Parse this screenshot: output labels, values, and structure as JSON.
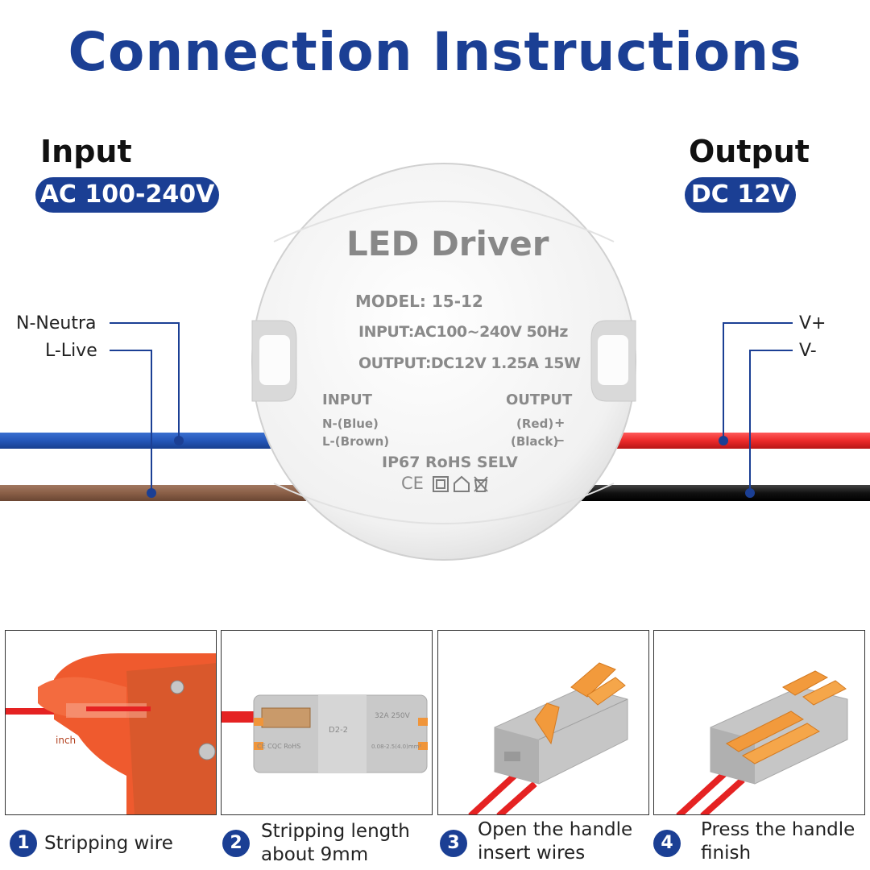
{
  "title": "Connection Instructions",
  "input": {
    "heading": "Input",
    "badge": "AC 100-240V",
    "wire_n": "N-Neutra",
    "wire_l": "L-Live"
  },
  "output": {
    "heading": "Output",
    "badge": "DC 12V",
    "wire_pos": "V+",
    "wire_neg": "V-"
  },
  "driver": {
    "name": "LED Driver",
    "model": "MODEL: 15-12",
    "input_spec": "INPUT:AC100~240V 50Hz",
    "output_spec": "OUTPUT:DC12V 1.25A 15W",
    "input_label": "INPUT",
    "input_n": "N-(Blue)",
    "input_l": "L-(Brown)",
    "output_label": "OUTPUT",
    "output_pos": "(Red)",
    "output_neg": "(Black)",
    "certs": "IP67  RoHS  SELV",
    "ce_mark": "CE"
  },
  "steps": [
    {
      "num": "1",
      "line1": "Stripping wire",
      "line2": ""
    },
    {
      "num": "2",
      "line1": "Stripping length",
      "line2": "about 9mm"
    },
    {
      "num": "3",
      "line1": "Open the handle",
      "line2": "insert wires"
    },
    {
      "num": "4",
      "line1": "Press the handle",
      "line2": "finish"
    }
  ],
  "connector_marks": {
    "tl": "D2-2",
    "tr": "32A 250V",
    "bl": "CE CQC RoHS",
    "br": "0.08-2.5(4.0)mm²"
  },
  "colors": {
    "accent": "#1b3f94",
    "wire_blue": "#2456b8",
    "wire_brown": "#8a5f47",
    "wire_red": "#ec2a2a",
    "wire_black": "#111111",
    "clip_orange": "#f29a3c"
  }
}
